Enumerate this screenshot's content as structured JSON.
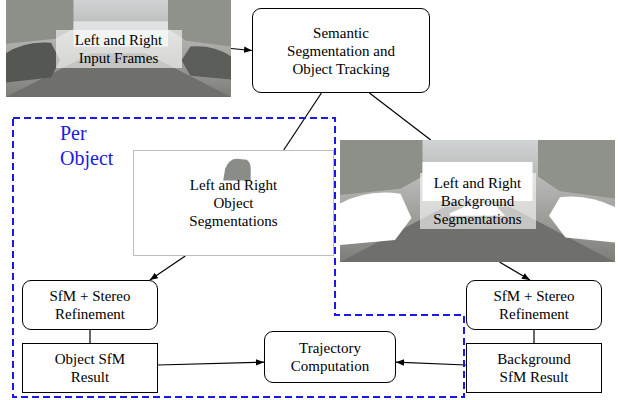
{
  "diagram": {
    "nodes": [
      {
        "text": [
          "Left and Right Input Frames"
        ]
      },
      {
        "text": [
          "Semantic Segmentation and Object Tracking"
        ]
      },
      {
        "text": [
          "Per Object"
        ]
      },
      {
        "text": [
          "Left and Right Object Segmentations"
        ],
        "in": 2
      },
      {
        "text": [
          "Left and Right Background Segmentations"
        ]
      },
      {
        "text": [
          "SfM + Stereo Refinement"
        ],
        "in": 2
      },
      {
        "text": [
          "SfM + Stereo Refinement"
        ]
      },
      {
        "text": [
          "Object SfM Result"
        ],
        "in": 2
      },
      {
        "text": [
          "Trajectory Computation"
        ],
        "in": 2
      },
      {
        "text": [
          "Background SfM Result"
        ]
      }
    ],
    "edges": [
      {
        "from": 0,
        "to": 1,
        "arrow": "to"
      },
      {
        "from": 1,
        "to": 3,
        "arrow": "none"
      },
      {
        "from": 1,
        "to": 4,
        "arrow": "none"
      },
      {
        "from": 3,
        "to": 5,
        "arrow": "to"
      },
      {
        "from": 4,
        "to": 6,
        "arrow": "to"
      },
      {
        "from": 5,
        "to": 7,
        "arrow": "none"
      },
      {
        "from": 6,
        "to": 9,
        "arrow": "none"
      },
      {
        "from": 7,
        "to": 8,
        "arrow": "to"
      },
      {
        "from": 9,
        "to": 8,
        "arrow": "to"
      }
    ]
  }
}
